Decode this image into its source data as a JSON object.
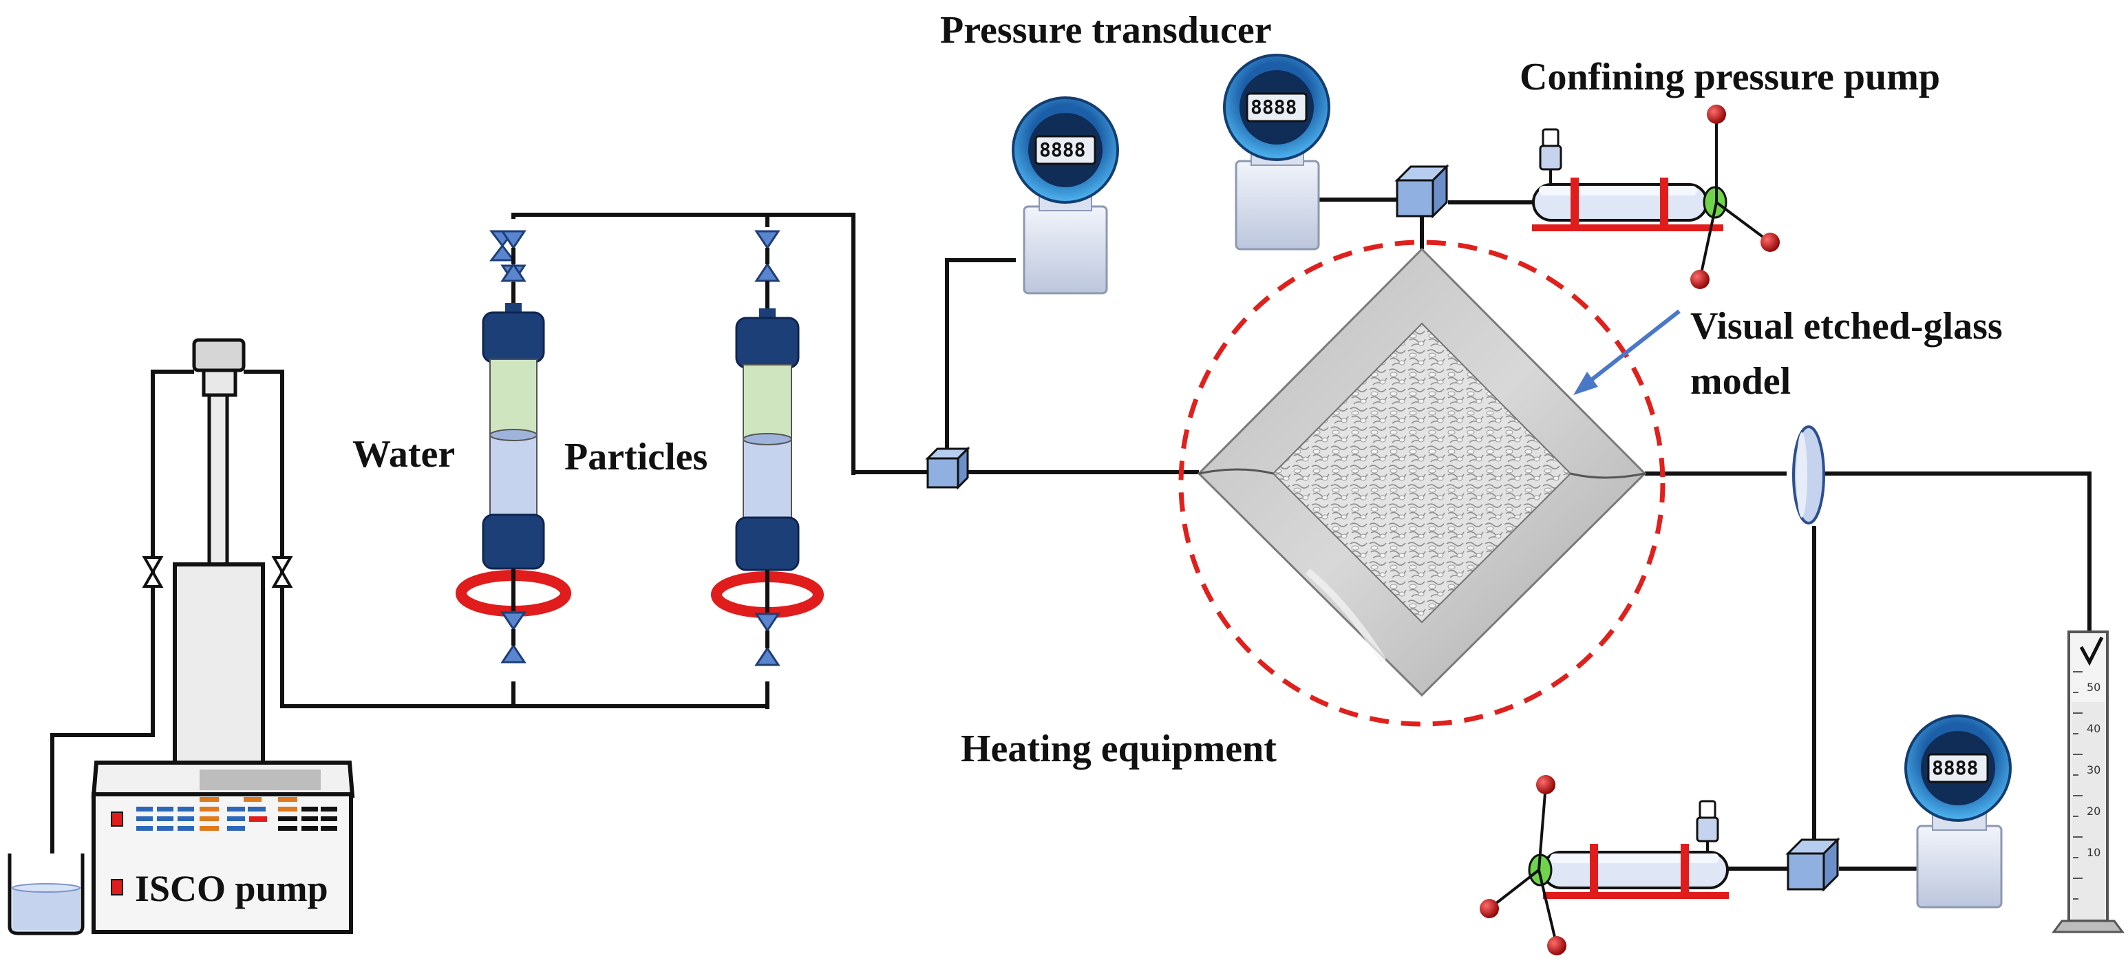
{
  "labels": {
    "pressure_transducer": "Pressure transducer",
    "confining_pressure_pump": "Confining pressure pump",
    "visual_model_line1": "Visual etched-glass",
    "visual_model_line2": "model",
    "water": "Water",
    "particles": "Particles",
    "heating_equipment": "Heating equipment",
    "isco_pump": "ISCO pump"
  },
  "gauge_readout": "8888",
  "cylinder_scale": [
    "50",
    "40",
    "30",
    "20",
    "10"
  ],
  "colors": {
    "pipe": "#111111",
    "dashed_circle": "#e0201c",
    "connector_blue": "#8fb0e0",
    "container_navy": "#1d3f78",
    "water_green": "#cfe5c0",
    "liquid_blue": "#c5d3ee",
    "gauge_ring": "#2a8fd6",
    "arrow": "#4a78c9",
    "ring_red": "#e01c1c"
  }
}
